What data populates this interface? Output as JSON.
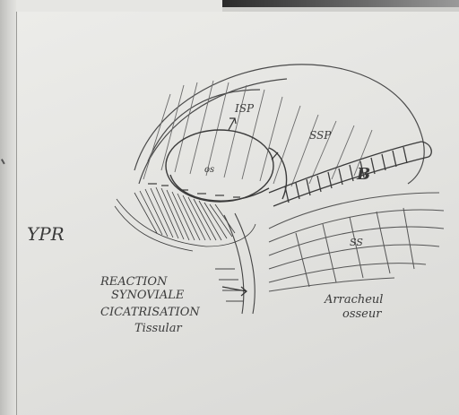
{
  "image": {
    "labels": {
      "isp": "ISP",
      "ssp": "SSP",
      "os": "os",
      "b": "B",
      "ss": "SS",
      "ypr": "YPR",
      "reaction_line1": "REACTION",
      "reaction_line2": "SYNOVIALE",
      "reaction_line3": "CICATRISATION",
      "reaction_line4": "Tissular",
      "arrachement_line1": "Arracheul",
      "arrachement_line2": "osseur"
    },
    "colors": {
      "paper": "#e8e8e5",
      "pencil": "#3a3a3a",
      "pencil_light": "#777777"
    }
  }
}
